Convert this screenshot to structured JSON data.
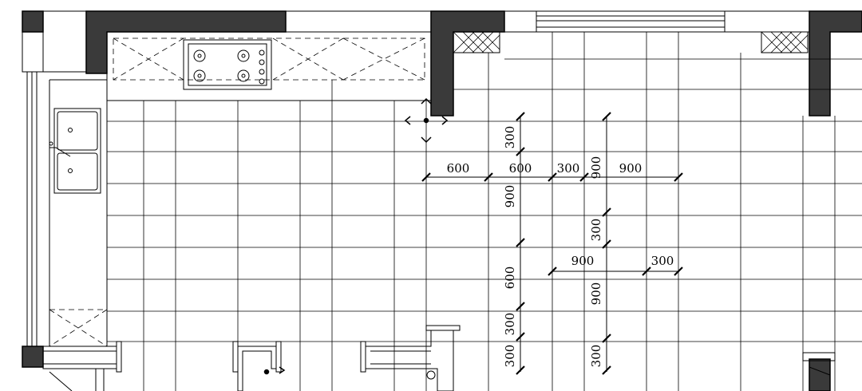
{
  "drawing": {
    "dimensions": [
      {
        "id": "d1",
        "text": "600"
      },
      {
        "id": "d2",
        "text": "600"
      },
      {
        "id": "d3",
        "text": "300"
      },
      {
        "id": "d4",
        "text": "900"
      },
      {
        "id": "d5",
        "text": "900"
      },
      {
        "id": "d6",
        "text": "300"
      },
      {
        "id": "d7",
        "text": "900"
      },
      {
        "id": "d8",
        "text": "300"
      },
      {
        "id": "d9",
        "text": "600"
      },
      {
        "id": "d10",
        "text": "300"
      },
      {
        "id": "d11",
        "text": "300"
      },
      {
        "id": "d12",
        "text": "900"
      },
      {
        "id": "d13",
        "text": "900"
      },
      {
        "id": "d14",
        "text": "300"
      },
      {
        "id": "d15",
        "text": "300"
      }
    ],
    "colors": {
      "wall_fill": "#3a3a3a",
      "line": "#000000",
      "background": "#ffffff"
    }
  }
}
